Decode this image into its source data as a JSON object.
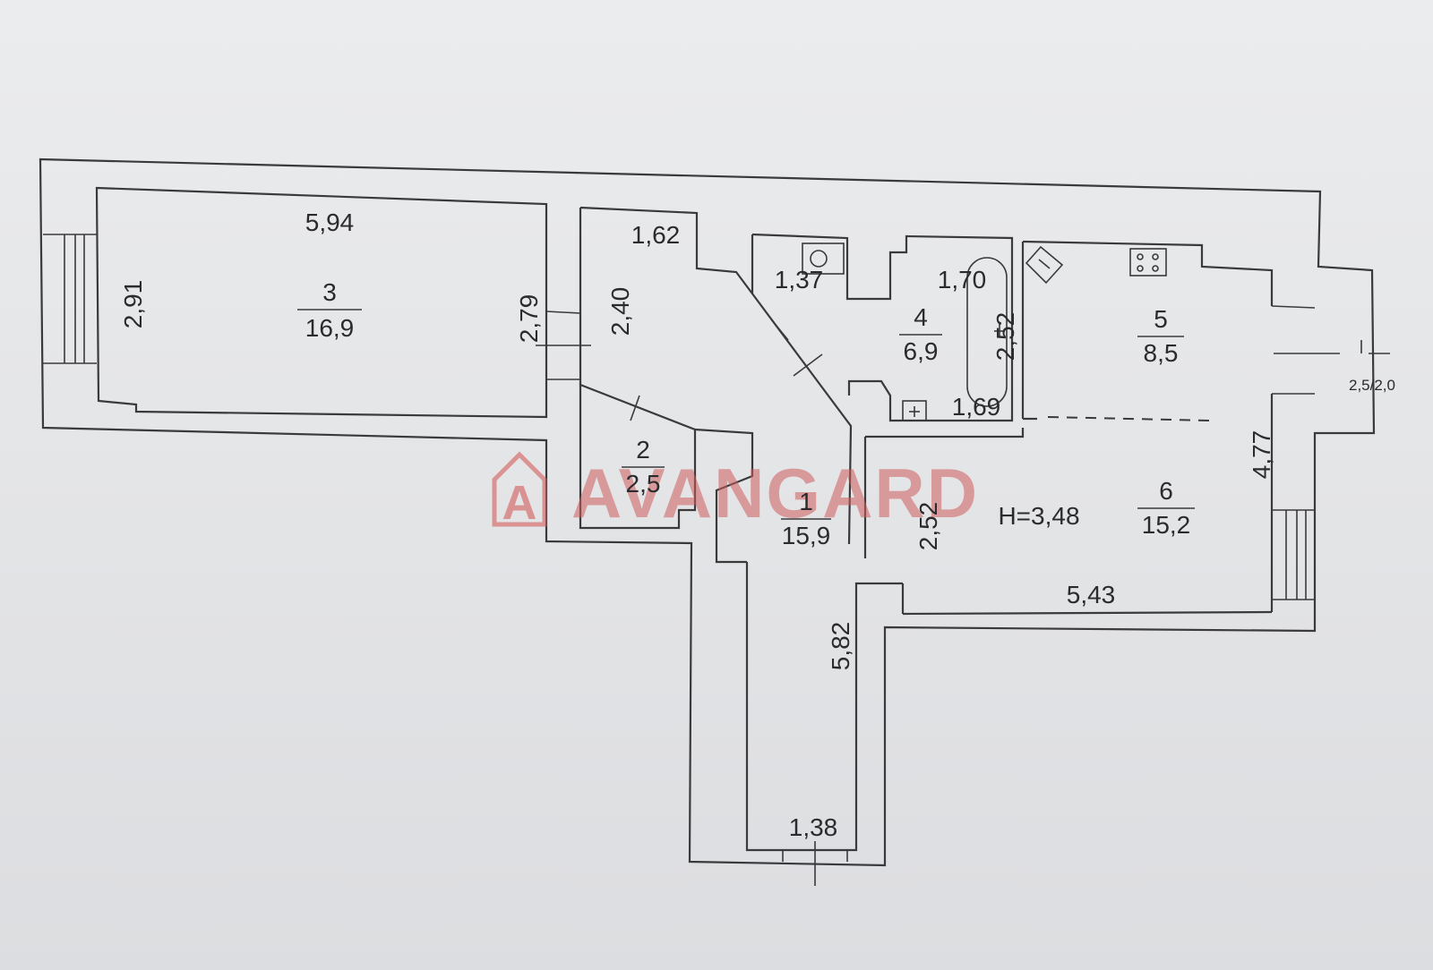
{
  "watermark": {
    "text": "AVANGARD",
    "logo_letter": "A",
    "color": "#d35c5c"
  },
  "rooms": [
    {
      "number": "1",
      "area": "15,9"
    },
    {
      "number": "2",
      "area": "2,5"
    },
    {
      "number": "3",
      "area": "16,9"
    },
    {
      "number": "4",
      "area": "6,9"
    },
    {
      "number": "5",
      "area": "8,5"
    },
    {
      "number": "6",
      "area": "15,2"
    }
  ],
  "dimensions": {
    "room3_width": "5,94",
    "room3_left_depth": "2,91",
    "room3_right_depth": "2,79",
    "hall_top_width": "1,62",
    "hall_depth": "2,40",
    "wc_width": "1,37",
    "bath_top": "1,70",
    "bath_length": "2,52",
    "bath_bottom": "1,69",
    "living_depth": "2,52",
    "living_width": "5,43",
    "kitchen_depth": "4,77",
    "corridor_length": "5,82",
    "corridor_width": "1,38"
  },
  "ceiling_height": "H=3,48",
  "balcony_size": "2,5/2,0"
}
